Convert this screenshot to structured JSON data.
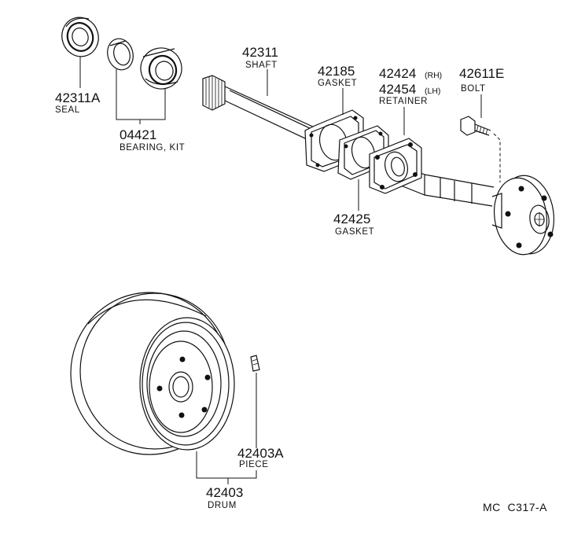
{
  "parts": {
    "seal": {
      "number": "42311A",
      "name": "SEAL"
    },
    "bearing_kit": {
      "number": "04421",
      "name": "BEARING, KIT"
    },
    "shaft": {
      "number": "42311",
      "name": "SHAFT"
    },
    "gasket_inner": {
      "number": "42185",
      "name": "GASKET"
    },
    "retainer": {
      "number_rh": "42424",
      "tag_rh": "(RH)",
      "number_lh": "42454",
      "tag_lh": "(LH)",
      "name": "RETAINER"
    },
    "bolt": {
      "number": "42611E",
      "name": "BOLT"
    },
    "gasket_outer": {
      "number": "42425",
      "name": "GASKET"
    },
    "piece": {
      "number": "42403A",
      "name": "PIECE"
    },
    "drum": {
      "number": "42403",
      "name": "DRUM"
    }
  },
  "figure_code": "MC  C317-A",
  "icons": {
    "seal": "seal-ring-icon",
    "bearing": "bearing-icon",
    "shaft": "axle-shaft-icon",
    "bolt": "hex-bolt-icon",
    "drum": "brake-drum-icon",
    "piece": "hub-piece-icon"
  }
}
